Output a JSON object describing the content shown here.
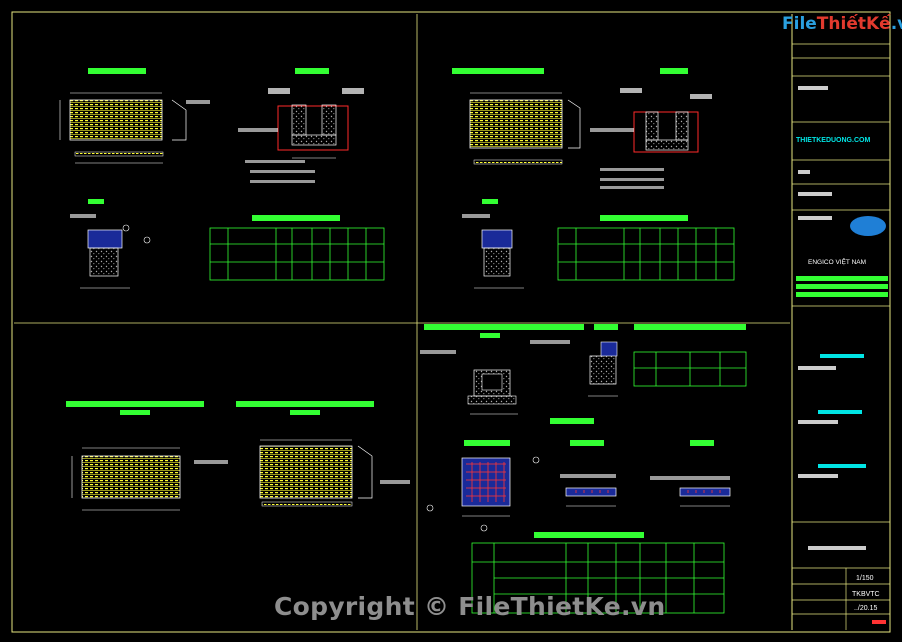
{
  "watermark": "Copyright © FileThietKe.vn",
  "logo": {
    "file": "File",
    "thiet": "Thiết",
    "ke": "Kế",
    "vn": ".vn"
  },
  "title_block": {
    "website": "THIETKEDUONG.COM",
    "company": "ENGICO VIỆT NAM",
    "scale": "1/150",
    "code": "TKBVTC",
    "date": "../20.15"
  },
  "colors": {
    "background": "#000000",
    "frame": "#e6e680",
    "hatch": "#ffff33",
    "label": "#33ff33",
    "dim": "#ffffff",
    "cut": "#ff2a2a",
    "table": "#33ff33"
  }
}
